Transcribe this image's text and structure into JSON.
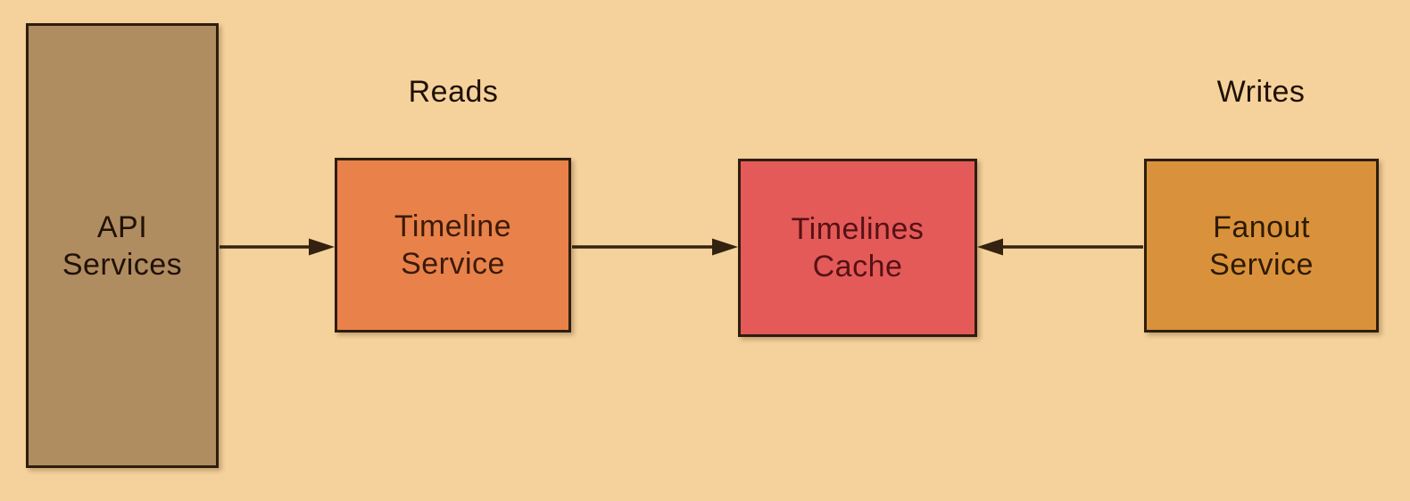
{
  "diagram": {
    "background_color": "#F5D29C",
    "arrow_color": "#33220F",
    "label_color": "#1F1105",
    "flow_labels": {
      "reads": "Reads",
      "writes": "Writes"
    },
    "nodes": [
      {
        "id": "api-services",
        "line1": "API",
        "line2": "Services",
        "fill": "#B08C61",
        "text_color": "#201206"
      },
      {
        "id": "timeline-service",
        "line1": "Timeline",
        "line2": "Service",
        "fill": "#E8824A",
        "text_color": "#3C1A09"
      },
      {
        "id": "timelines-cache",
        "line1": "Timelines",
        "line2": "Cache",
        "fill": "#E45A58",
        "text_color": "#551116"
      },
      {
        "id": "fanout-service",
        "line1": "Fanout",
        "line2": "Service",
        "fill": "#D9923B",
        "text_color": "#2E1A05"
      }
    ],
    "arrows": [
      {
        "from": "api-services",
        "to": "timeline-service",
        "direction": "right"
      },
      {
        "from": "timeline-service",
        "to": "timelines-cache",
        "direction": "right"
      },
      {
        "from": "fanout-service",
        "to": "timelines-cache",
        "direction": "left"
      }
    ]
  }
}
